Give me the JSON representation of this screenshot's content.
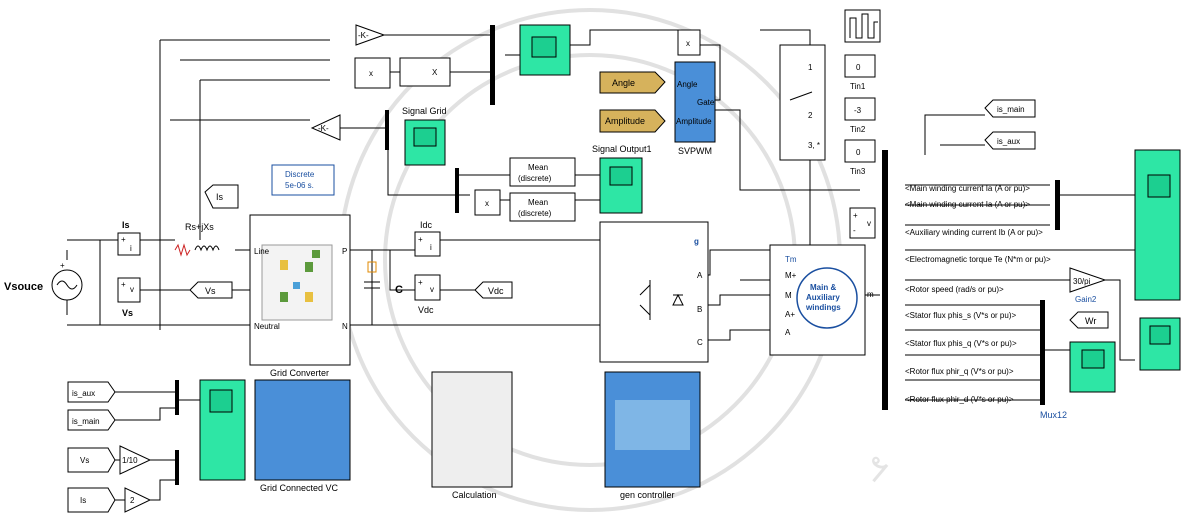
{
  "labels": {
    "vsource": "Vsouce",
    "is_top": "Is",
    "rs": "Rs+jXs",
    "vs_lbl": "Vs",
    "discrete_1": "Discrete",
    "discrete_2": "5e-06 s.",
    "signal_grid": "Signal Grid",
    "signal_output": "Signal Output1",
    "svpwm": "SVPWM",
    "idc": "Idc",
    "vdc_lbl": "Vdc",
    "c_lbl": "C",
    "grid_converter": "Grid Converter",
    "calculation": "Calculation",
    "gen_controller": "gen controller",
    "grid_connected": "Grid Connected VC",
    "mux12": "Mux12",
    "gain2": "Gain2",
    "tin1": "Tin1",
    "tin2": "Tin2",
    "tin3": "Tin3"
  },
  "blocks": {
    "gain_k1": "-K-",
    "gain_k2": "-K-",
    "mult": "x",
    "transpose": "X",
    "mean1": [
      "Mean",
      "(discrete)"
    ],
    "mean2": [
      "Mean",
      "(discrete)"
    ],
    "const_0a": "0",
    "const_m3": "-3",
    "const_0b": "0",
    "gain_30pi": "30/pi",
    "gain_110": "1/10",
    "gain_2": "2",
    "motor": [
      "Main &",
      "Auxiliary",
      "windings"
    ]
  },
  "gotos": {
    "angle": "Angle",
    "amplitude": "Amplitude",
    "is_goto": "Is",
    "vs_goto": "Vs",
    "vdc_goto": "Vdc",
    "is_main_goto": "is_main",
    "is_aux_goto": "is_aux",
    "wr_goto": "Wr",
    "is_aux_from": "is_aux",
    "is_main_from": "is_main",
    "vs_from": "Vs",
    "is_from": "Is"
  },
  "ports": {
    "svpwm_angle": "Angle",
    "svpwm_amp": "Amplitude",
    "svpwm_gate": "Gate",
    "conv_line": "Line",
    "conv_neutral": "Neutral",
    "conv_p": "P",
    "conv_n": "N",
    "inv_g": "g",
    "inv_a": "A",
    "inv_b": "B",
    "inv_c": "C",
    "mot_tm": "Tm",
    "mot_mplus": "M+",
    "mot_m": "M",
    "mot_aplus": "A+",
    "mot_a": "A",
    "mot_m_out": "m",
    "sw1": "1",
    "sw2": "2",
    "sw3": "3, *"
  },
  "signals": [
    "<Main winding current Ia (A or pu)>",
    "<Main winding current Ia (A or pu)>",
    "<Auxiliary  winding current Ib (A or pu)>",
    "<Electromagnetic torque Te (N*m or pu)>",
    "<Rotor speed (rad/s or pu)>",
    "<Stator flux phis_s (V*s or pu)>",
    "<Stator flux phis_q (V*s or pu)>",
    "<Rotor flux phir_q (V*s or pu)>",
    "<Rotor flux phir_d (V*s or pu)>"
  ],
  "colors": {
    "scope": "#2ee6a5",
    "svpwm": "#4a8fd8",
    "goto_tag": "#d6b25c",
    "block_blue": "#4a8fd8",
    "label_blue": "#1a4fa0"
  }
}
